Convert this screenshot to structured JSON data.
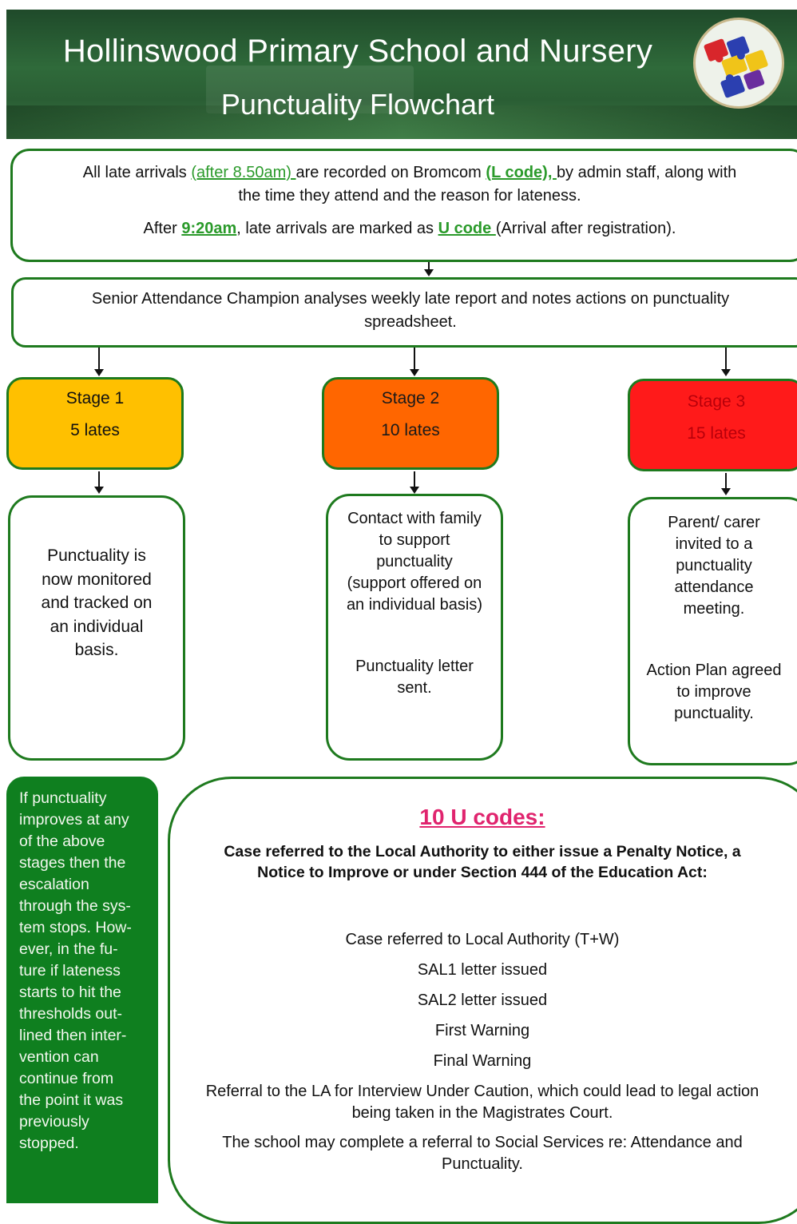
{
  "header": {
    "title": "Hollinswood Primary School and Nursery",
    "subtitle": "Punctuality Flowchart",
    "logo_icon": "puzzle-pieces-icon"
  },
  "box1": {
    "line1_pre": "All late arrivals ",
    "line1_time": "(after 8.50am) ",
    "line1_mid": "are recorded on Bromcom ",
    "line1_code": "(L code), ",
    "line1_post": "by admin staff, along with",
    "line2": "the time they attend and the reason for lateness.",
    "line3_pre": "After ",
    "line3_time": "9:20am",
    "line3_mid": ", late arrivals are marked as ",
    "line3_code": "U code ",
    "line3_post": "(Arrival after registration)."
  },
  "box2": {
    "line1": "Senior Attendance Champion analyses weekly late report and notes actions on punctuality",
    "line2": "spreadsheet."
  },
  "stages": [
    {
      "label": "Stage 1",
      "count": "5 lates",
      "color": "#ffc000"
    },
    {
      "label": "Stage 2",
      "count": "10 lates",
      "color": "#ff6600"
    },
    {
      "label": "Stage 3",
      "count": "15 lates",
      "color": "#ff1a1a"
    }
  ],
  "actions": {
    "stage1": [
      "Punctuality is",
      "now monitored",
      "and tracked on",
      "an individual",
      "basis."
    ],
    "stage2a": [
      "Contact with family",
      "to support",
      "punctuality",
      "(support offered on",
      "an individual basis)"
    ],
    "stage2b": [
      "Punctuality letter",
      "sent."
    ],
    "stage3a": [
      "Parent/ carer",
      "invited to a",
      "punctuality",
      "attendance",
      "meeting."
    ],
    "stage3b": [
      "Action Plan agreed",
      "to improve",
      "punctuality."
    ]
  },
  "note": {
    "lines": [
      "If punctuality",
      "improves at any",
      "of the above",
      "stages then the",
      "escalation",
      "through the sys-",
      "tem stops. How-",
      "ever, in the fu-",
      "ture if lateness",
      "starts to hit the",
      "thresholds out-",
      "lined then inter-",
      "vention can",
      "continue from",
      "the point it was",
      "previously",
      "stopped."
    ]
  },
  "ucodes": {
    "title": "10 U codes:",
    "bold1": "Case referred to the Local Authority to either issue a Penalty Notice, a",
    "bold2": "Notice to Improve or under Section 444 of the Education Act:",
    "items": [
      "Case referred to Local Authority (T+W)",
      "SAL1 letter issued",
      "SAL2 letter issued",
      "First Warning",
      "Final Warning"
    ],
    "ref1": "Referral to the LA for Interview Under Caution, which could lead to legal action",
    "ref2": "being taken in the Magistrates Court.",
    "ss1": "The school may complete a referral to Social Services re: Attendance and",
    "ss2": "Punctuality."
  }
}
